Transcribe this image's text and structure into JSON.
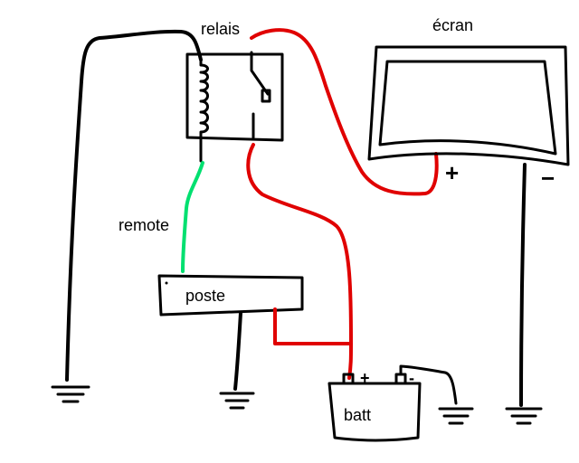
{
  "labels": {
    "relay": "relais",
    "screen": "écran",
    "remote": "remote",
    "radio": "poste",
    "battery": "batt",
    "screen_plus": "+",
    "screen_minus": "−",
    "batt_plus": "+",
    "batt_minus": "-"
  },
  "colors": {
    "wire_black": "#000000",
    "wire_red": "#e00000",
    "wire_green": "#00e070",
    "background": "#ffffff"
  }
}
